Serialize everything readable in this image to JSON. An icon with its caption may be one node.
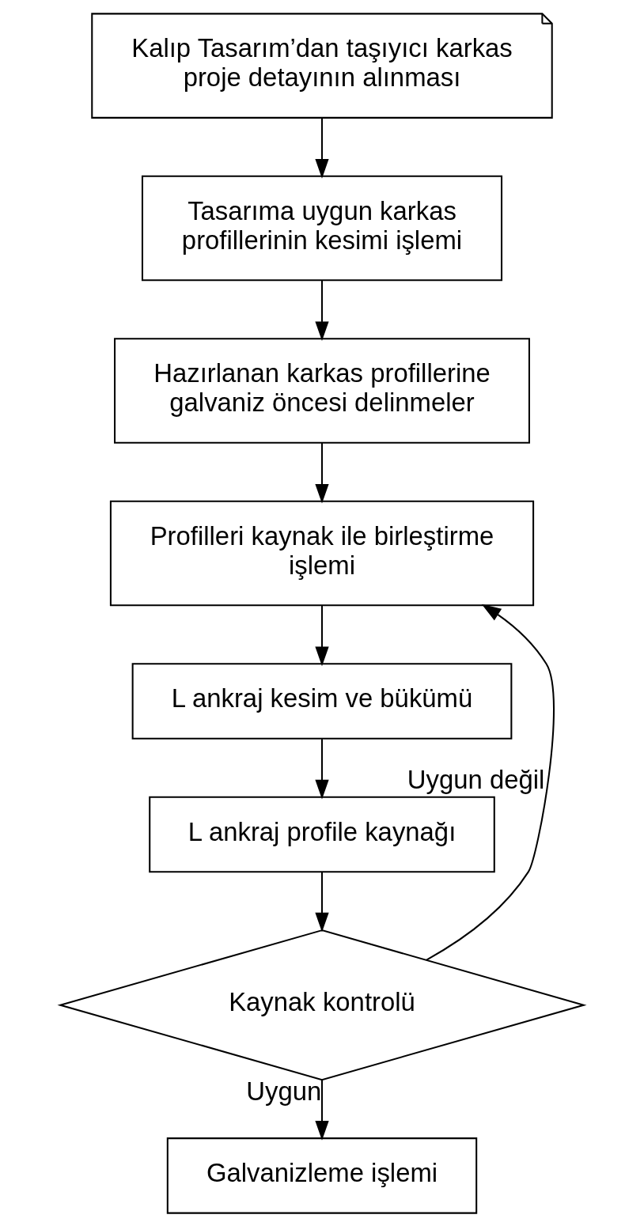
{
  "diagram": {
    "nodes": [
      {
        "text": [
          "Kalıp Tasarım’dan taşıyıcı karkas proje detayının alınması"
        ]
      },
      {
        "text": [
          "Tasarıma uygun karkas profillerinin kesimi işlemi"
        ]
      },
      {
        "text": [
          "Hazırlanan karkas profillerine galvaniz öncesi delinmeler"
        ]
      },
      {
        "text": [
          "Profilleri kaynak ile birleştirme işlemi"
        ]
      },
      {
        "text": [
          "L ankraj kesim ve bükümü"
        ]
      },
      {
        "text": [
          "L ankraj profile kaynağı"
        ]
      },
      {
        "text": [
          "Kaynak kontrolü"
        ]
      },
      {
        "text": [
          "Galvanizleme işlemi"
        ]
      }
    ],
    "edges": [
      {
        "from": 0,
        "to": 1,
        "arrow": "to"
      },
      {
        "from": 1,
        "to": 2,
        "arrow": "to"
      },
      {
        "from": 2,
        "to": 3,
        "arrow": "to"
      },
      {
        "from": 3,
        "to": 4,
        "arrow": "to"
      },
      {
        "from": 4,
        "to": 5,
        "arrow": "to"
      },
      {
        "from": 5,
        "to": 6,
        "arrow": "to"
      },
      {
        "from": 6,
        "to": 3,
        "arrow": "to",
        "label": "Uygun değil"
      },
      {
        "from": 6,
        "to": 7,
        "arrow": "to",
        "label": "Uygun"
      }
    ]
  }
}
